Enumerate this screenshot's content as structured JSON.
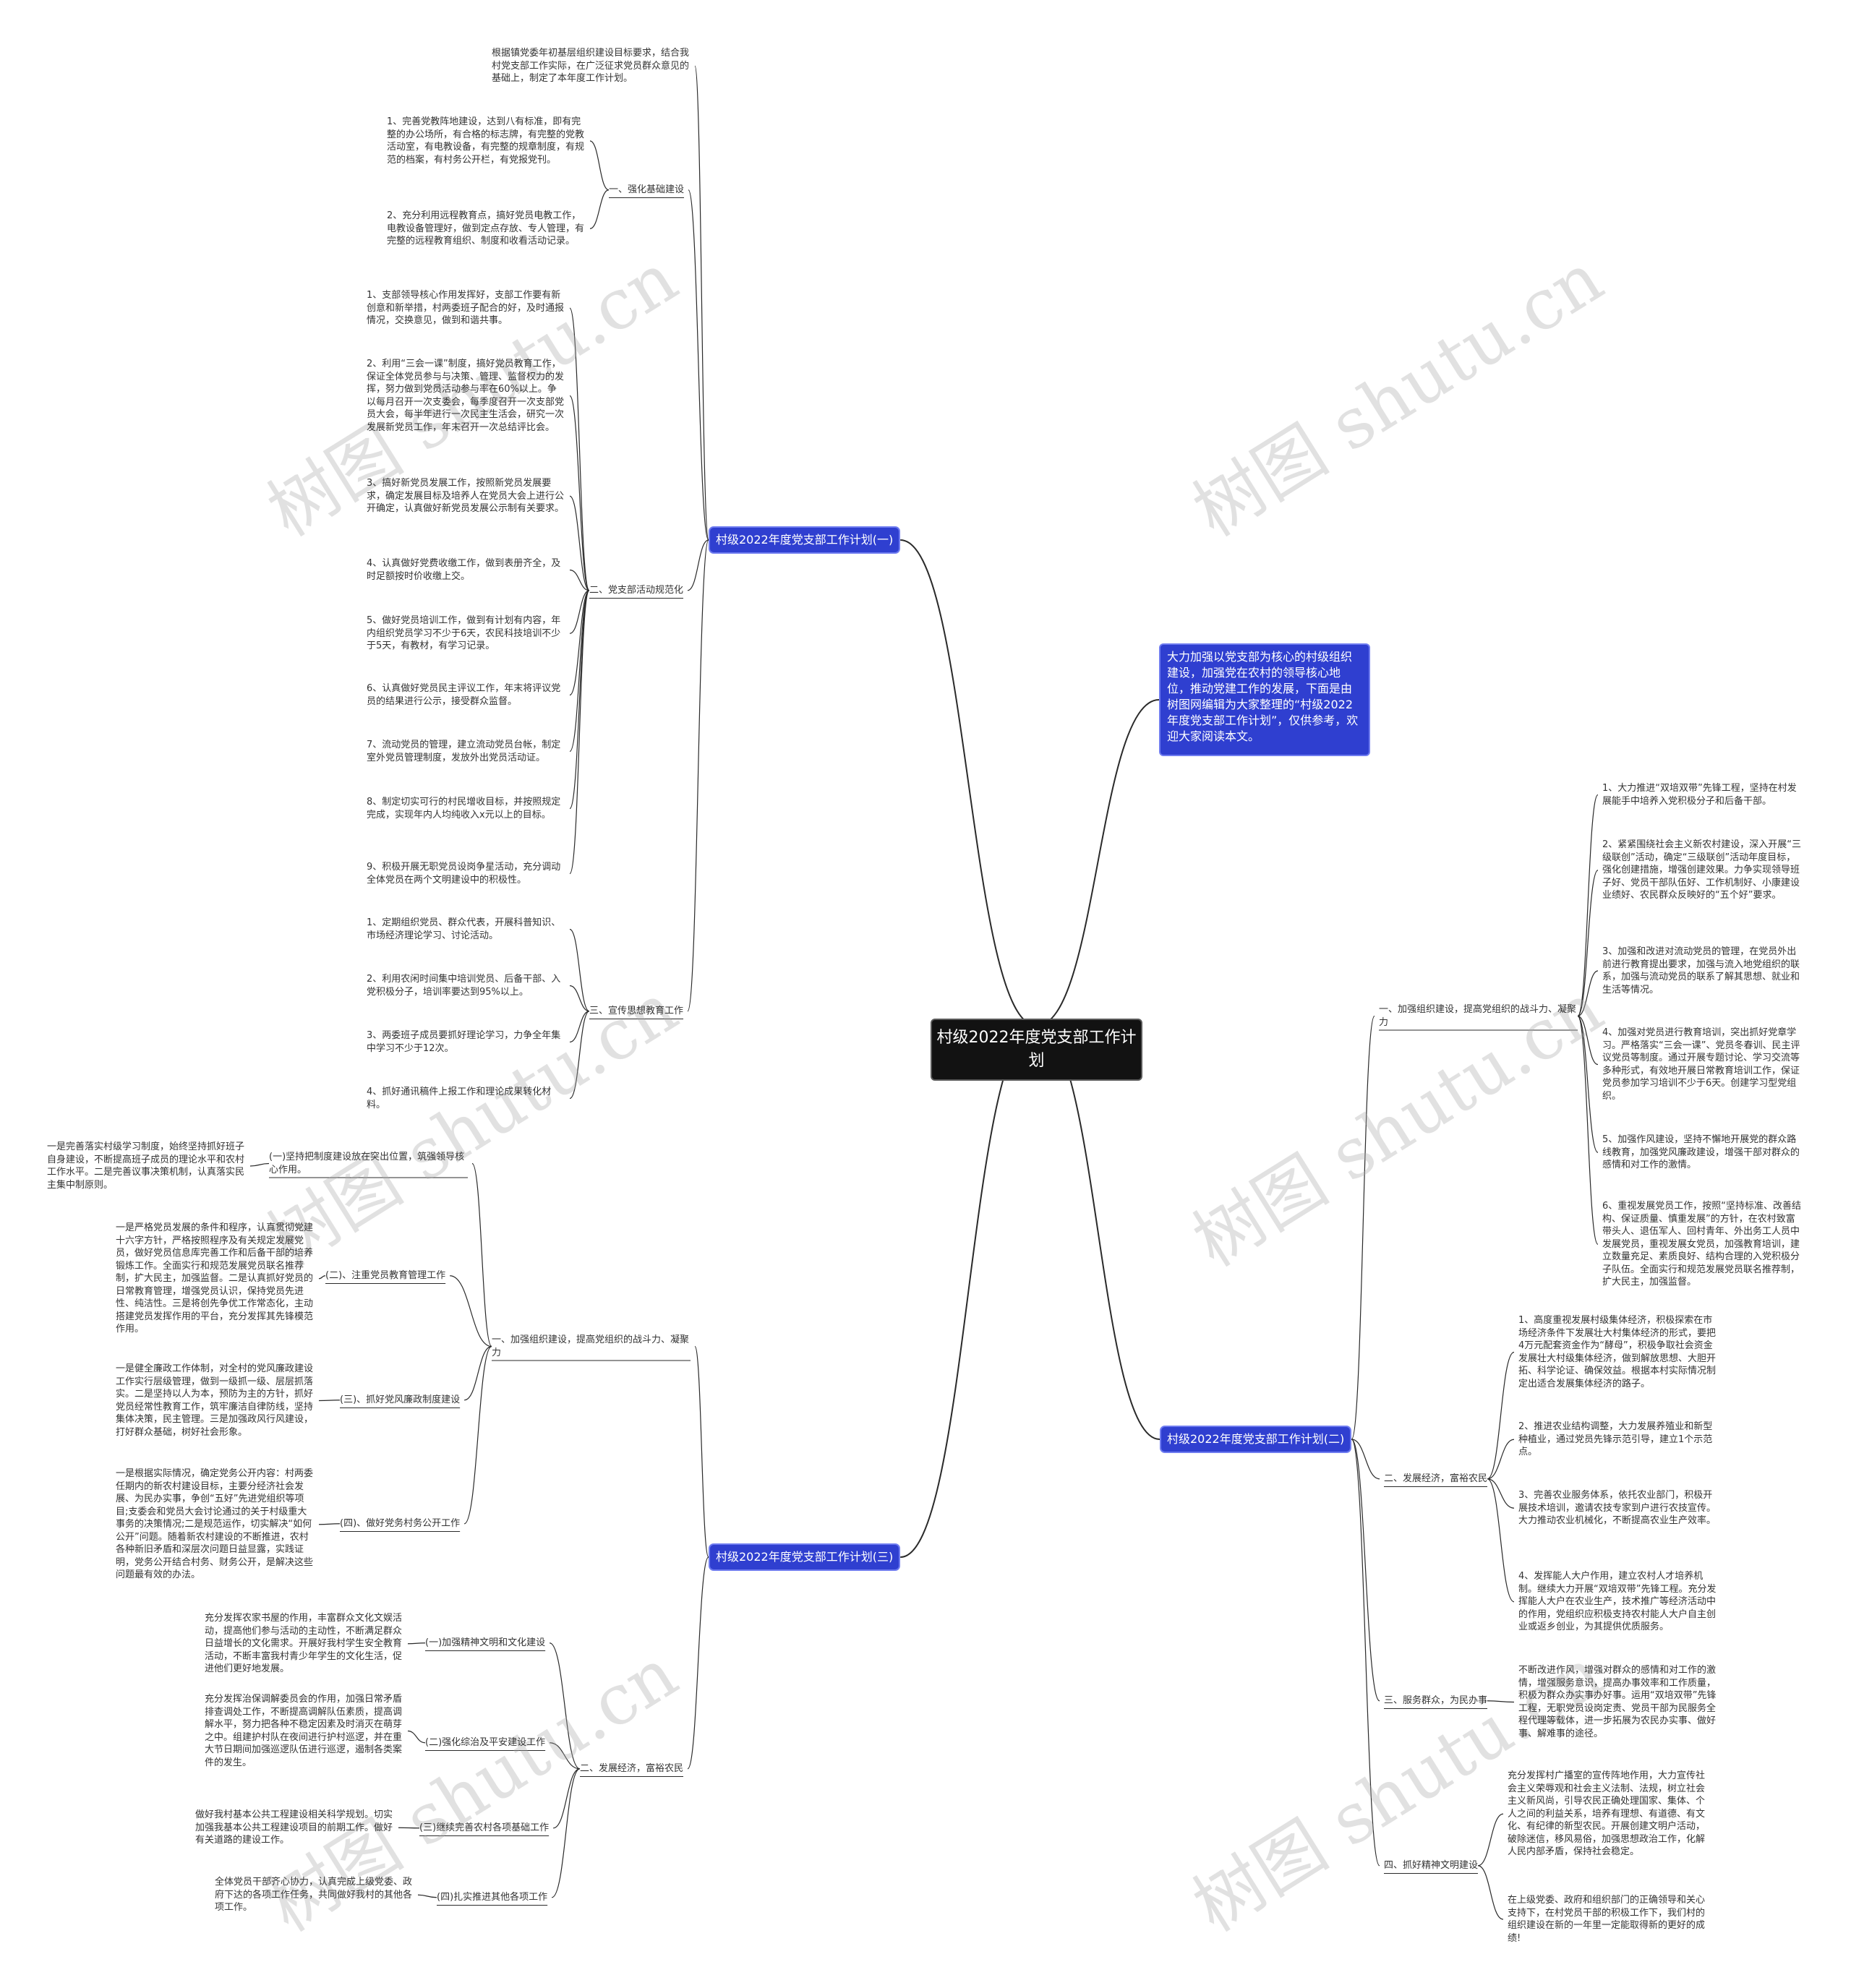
{
  "root": "村级2022年度党支部工作计划",
  "intro": "大力加强以党支部为核心的村级组织建设，加强党在农村的领导核心地位，推动党建工作的发展，下面是由树图网编辑为大家整理的“村级2022年度党支部工作计划”，仅供参考，欢迎大家阅读本文。",
  "watermark": "树图 shutu.cn",
  "plan1": {
    "title": "村级2022年度党支部工作计划(一)",
    "preface": "根据镇党委年初基层组织建设目标要求，结合我村党支部工作实际，在广泛征求党员群众意见的基础上，制定了本年度工作计划。",
    "s1": {
      "label": "一、强化基础建设",
      "items": [
        "1、完善党教阵地建设，达到八有标准，即有完整的办公场所，有合格的标志牌，有完整的党教活动室，有电教设备，有完整的规章制度，有规范的档案，有村务公开栏，有党报党刊。",
        "2、充分利用远程教育点，搞好党员电教工作，电教设备管理好，做到定点存放、专人管理，有完整的远程教育组织、制度和收看活动记录。"
      ]
    },
    "s2": {
      "label": "二、党支部活动规范化",
      "items": [
        "1、支部领导核心作用发挥好，支部工作要有新创意和新举措，村两委班子配合的好，及时通报情况，交换意见，做到和谐共事。",
        "2、利用“三会一课”制度，搞好党员教育工作，保证全体党员参与与决策、管理、监督权力的发挥，努力做到党员活动参与率在60%以上。争以每月召开一次支委会，每季度召开一次支部党员大会，每半年进行一次民主生活会，研究一次发展新党员工作，年末召开一次总结评比会。",
        "3、搞好新党员发展工作，按照新党员发展要求，确定发展目标及培养人在党员大会上进行公开确定，认真做好新党员发展公示制有关要求。",
        "4、认真做好党费收缴工作，做到表册齐全，及时足额按时价收缴上交。",
        "5、做好党员培训工作，做到有计划有内容，年内组织党员学习不少于6天，农民科技培训不少于5天，有教材，有学习记录。",
        "6、认真做好党员民主评议工作，年末将评议党员的结果进行公示，接受群众监督。",
        "7、流动党员的管理，建立流动党员台帐，制定室外党员管理制度，发放外出党员活动证。",
        "8、制定切实可行的村民增收目标，并按照规定完成，实现年内人均纯收入x元以上的目标。",
        "9、积极开展无职党员设岗争星活动，充分调动全体党员在两个文明建设中的积极性。"
      ]
    },
    "s3": {
      "label": "三、宣传思想教育工作",
      "items": [
        "1、定期组织党员、群众代表，开展科普知识、市场经济理论学习、讨论活动。",
        "2、利用农闲时间集中培训党员、后备干部、入党积极分子，培训率要达到95%以上。",
        "3、两委班子成员要抓好理论学习，力争全年集中学习不少于12次。",
        "4、抓好通讯稿件上报工作和理论成果转化材料。"
      ]
    }
  },
  "plan2": {
    "title": "村级2022年度党支部工作计划(二)",
    "s1": {
      "label": "一、加强组织建设，提高党组织的战斗力、凝聚力",
      "items": [
        "1、大力推进“双培双带”先锋工程，坚持在村发展能手中培养入党积极分子和后备干部。",
        "2、紧紧围绕社会主义新农村建设，深入开展“三级联创”活动，确定“三级联创”活动年度目标，强化创建措施，增强创建效果。力争实现领导班子好、党员干部队伍好、工作机制好、小康建设业绩好、农民群众反映好的“五个好”要求。",
        "3、加强和改进对流动党员的管理，在党员外出前进行教育提出要求，加强与流入地党组织的联系，加强与流动党员的联系了解其思想、就业和生活等情况。",
        "4、加强对党员进行教育培训，突出抓好党章学习。严格落实“三会一课”、党员冬春训、民主评议党员等制度。通过开展专题讨论、学习交流等多种形式，有效地开展日常教育培训工作，保证党员参加学习培训不少于6天。创建学习型党组织。",
        "5、加强作风建设，坚持不懈地开展党的群众路线教育，加强党风廉政建设，增强干部对群众的感情和对工作的激情。",
        "6、重视发展党员工作，按照“坚持标准、改善结构、保证质量、慎重发展”的方针，在农村致富带头人、退伍军人、回村青年、外出务工人员中发展党员，重视发展女党员，加强教育培训，建立数量充足、素质良好、结构合理的入党积极分子队伍。全面实行和规范发展党员联名推荐制，扩大民主，加强监督。"
      ]
    },
    "s2": {
      "label": "二、发展经济，富裕农民",
      "items": [
        "1、高度重视发展村级集体经济，积极探索在市场经济条件下发展壮大村集体经济的形式，要把4万元配套资金作为“酵母”，积极争取社会资金发展壮大村级集体经济，做到解放思想、大胆开拓、科学论证、确保效益。根据本村实际情况制定出适合发展集体经济的路子。",
        "2、推进农业结构调整，大力发展养殖业和新型种植业，通过党员先锋示范引导，建立1个示范点。",
        "3、完善农业服务体系，依托农业部门，积极开展技术培训，邀请农技专家到户进行农技宣传。大力推动农业机械化，不断提高农业生产效率。",
        "4、发挥能人大户作用，建立农村人才培养机制。继续大力开展“双培双带”先锋工程。充分发挥能人大户在农业生产，技术推广等经济活动中的作用，党组织应积极支持农村能人大户自主创业或返乡创业，为其提供优质服务。"
      ]
    },
    "s3": {
      "label": "三、服务群众，为民办事",
      "text": "不断改进作风，增强对群众的感情和对工作的激情，增强服务意识，提高办事效率和工作质量，积极为群众办实事办好事。运用“双培双带”先锋工程，无职党员设岗定责、党员干部为民服务全程代理等载体，进一步拓展为农民办实事、做好事、解难事的途径。"
    },
    "s4": {
      "label": "四、抓好精神文明建设",
      "items": [
        "充分发挥村广播室的宣传阵地作用，大力宣传社会主义荣辱观和社会主义法制、法规，树立社会主义新风尚，引导农民正确处理国家、集体、个人之间的利益关系，培养有理想、有道德、有文化、有纪律的新型农民。开展创建文明户活动，破除迷信，移风易俗，加强思想政治工作，化解人民内部矛盾，保持社会稳定。",
        "在上级党委、政府和组织部门的正确领导和关心支持下，在村党员干部的积极工作下，我们村的组织建设在新的一年里一定能取得新的更好的成绩!"
      ]
    }
  },
  "plan3": {
    "title": "村级2022年度党支部工作计划(三)",
    "s1": {
      "label": "一、加强组织建设，提高党组织的战斗力、凝聚力",
      "subs": [
        {
          "label": "(一)坚持把制度建设放在突出位置，筑强领导核心作用。",
          "text": "一是完善落实村级学习制度，始终坚持抓好班子自身建设，不断提高班子成员的理论水平和农村工作水平。二是完善议事决策机制，认真落实民主集中制原则。"
        },
        {
          "label": "(二)、注重党员教育管理工作",
          "text": "一是严格党员发展的条件和程序，认真贯彻党建十六字方针，严格按照程序及有关规定发展党员，做好党员信息库完善工作和后备干部的培养锻炼工作。全面实行和规范发展党员联名推荐制，扩大民主，加强监督。二是认真抓好党员的日常教育管理，增强党员认识，保持党员先进性、纯洁性。三是将创先争优工作常态化，主动搭建党员发挥作用的平台，充分发挥其先锋模范作用。"
        },
        {
          "label": "(三)、抓好党风廉政制度建设",
          "text": "一是健全廉政工作体制，对全村的党风廉政建设工作实行层级管理，做到一级抓一级、层层抓落实。二是坚持以人为本，预防为主的方针，抓好党员经常性教育工作，筑牢廉洁自律防线，坚持集体决策，民主管理。三是加强政风行风建设，打好群众基础，树好社会形象。"
        },
        {
          "label": "(四)、做好党务村务公开工作",
          "text": "一是根据实际情况，确定党务公开内容：村两委任期内的新农村建设目标，主要分经济社会发展、为民办实事，争创“五好”先进党组织等项目;支委会和党员大会讨论通过的关于村级重大事务的决策情况;二是规范运作，切实解决“如何公开”问题。随着新农村建设的不断推进，农村各种新旧矛盾和深层次问题日益显露，实践证明，党务公开结合村务、财务公开，是解决这些问题最有效的办法。"
        }
      ]
    },
    "s2": {
      "label": "二、发展经济，富裕农民",
      "subs": [
        {
          "label": "(一)加强精神文明和文化建设",
          "text": "充分发挥农家书屋的作用，丰富群众文化文娱活动，提高他们参与活动的主动性，不断满足群众日益增长的文化需求。开展好我村学生安全教育活动，不断丰富我村青少年学生的文化生活，促进他们更好地发展。"
        },
        {
          "label": "(二)强化综治及平安建设工作",
          "text": "充分发挥治保调解委员会的作用，加强日常矛盾排查调处工作，不断提高调解队伍素质，提高调解水平，努力把各种不稳定因素及时消灭在萌芽之中。组建护村队在夜间进行护村巡逻，并在重大节日期间加强巡逻队伍进行巡逻，遏制各类案件的发生。"
        },
        {
          "label": "(三)继续完善农村各项基础工作",
          "text": "做好我村基本公共工程建设相关科学规划。切实加强我基本公共工程建设项目的前期工作。做好有关道路的建设工作。"
        },
        {
          "label": "(四)扎实推进其他各项工作",
          "text": "全体党员干部齐心协力，认真完成上级党委、政府下达的各项工作任务，共同做好我村的其他各项工作。"
        }
      ]
    }
  }
}
